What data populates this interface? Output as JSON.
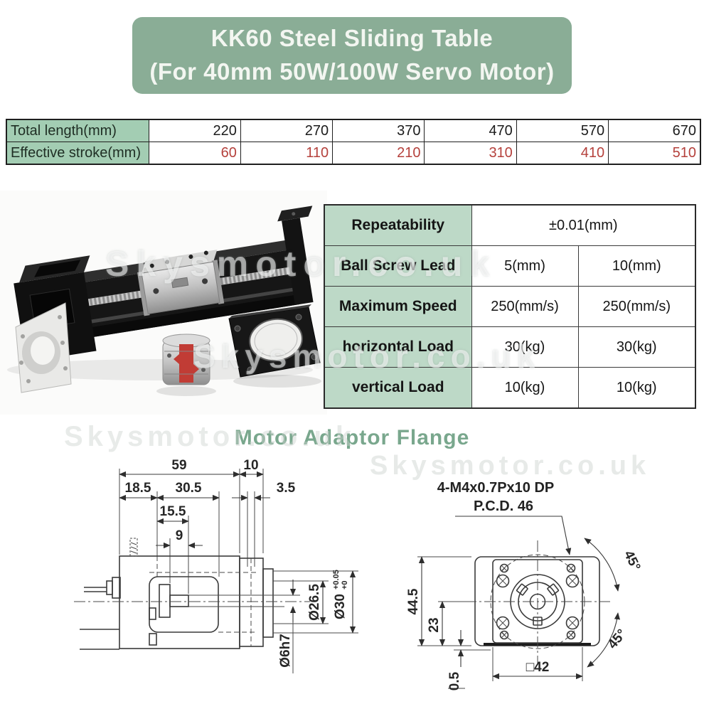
{
  "banner": {
    "line1": "KK60 Steel Sliding Table",
    "line2": "(For 40mm 50W/100W Servo Motor)"
  },
  "length_table": {
    "row1": {
      "label": "Total length(mm)",
      "c1": "220",
      "c2": "270",
      "c3": "370",
      "c4": "470",
      "c5": "570",
      "c6": "670"
    },
    "row2": {
      "label": "Effective stroke(mm)",
      "c1": "60",
      "c2": "110",
      "c3": "210",
      "c4": "310",
      "c5": "410",
      "c6": "510"
    }
  },
  "spec_table": {
    "r1": {
      "label": "Repeatability",
      "value": "±0.01(mm)"
    },
    "r2": {
      "label": "Ball Screw Lead",
      "v1": "5(mm)",
      "v2": "10(mm)"
    },
    "r3": {
      "label": "Maximum Speed",
      "v1": "250(mm/s)",
      "v2": "250(mm/s)"
    },
    "r4": {
      "label": "horizontal Load",
      "v1": "30(kg)",
      "v2": "30(kg)"
    },
    "r5": {
      "label": "vertical Load",
      "v1": "10(kg)",
      "v2": "10(kg)"
    }
  },
  "section_heading": "Motor Adaptor Flange",
  "watermark": {
    "text": "Skysmotor.co.uk"
  },
  "left_drawing": {
    "d_59": "59",
    "d_10": "10",
    "d_18_5": "18.5",
    "d_30_5": "30.5",
    "d_3_5": "3.5",
    "d_15_5": "15.5",
    "d_9": "9",
    "d_26_5": "Ø26.5",
    "d_30": "Ø30",
    "d_30_tol_upper": "+0.05",
    "d_30_tol_lower": "+0",
    "d_6": "Ø6h7"
  },
  "right_drawing": {
    "callout_line1": "4-M4x0.7Px10 DP",
    "callout_line2": "P.C.D. 46",
    "d_44_5": "44.5",
    "d_23": "23",
    "d_0_5": "0.5",
    "d_42": "□42",
    "angle_top": "45°",
    "angle_bottom": "45°"
  },
  "colors": {
    "banner_bg": "#8aad96",
    "length_label_bg": "#a3cdb3",
    "spec_label_bg": "#bdd9c7",
    "stroke_value_red": "#b5413c",
    "heading_green": "#79a78d"
  }
}
